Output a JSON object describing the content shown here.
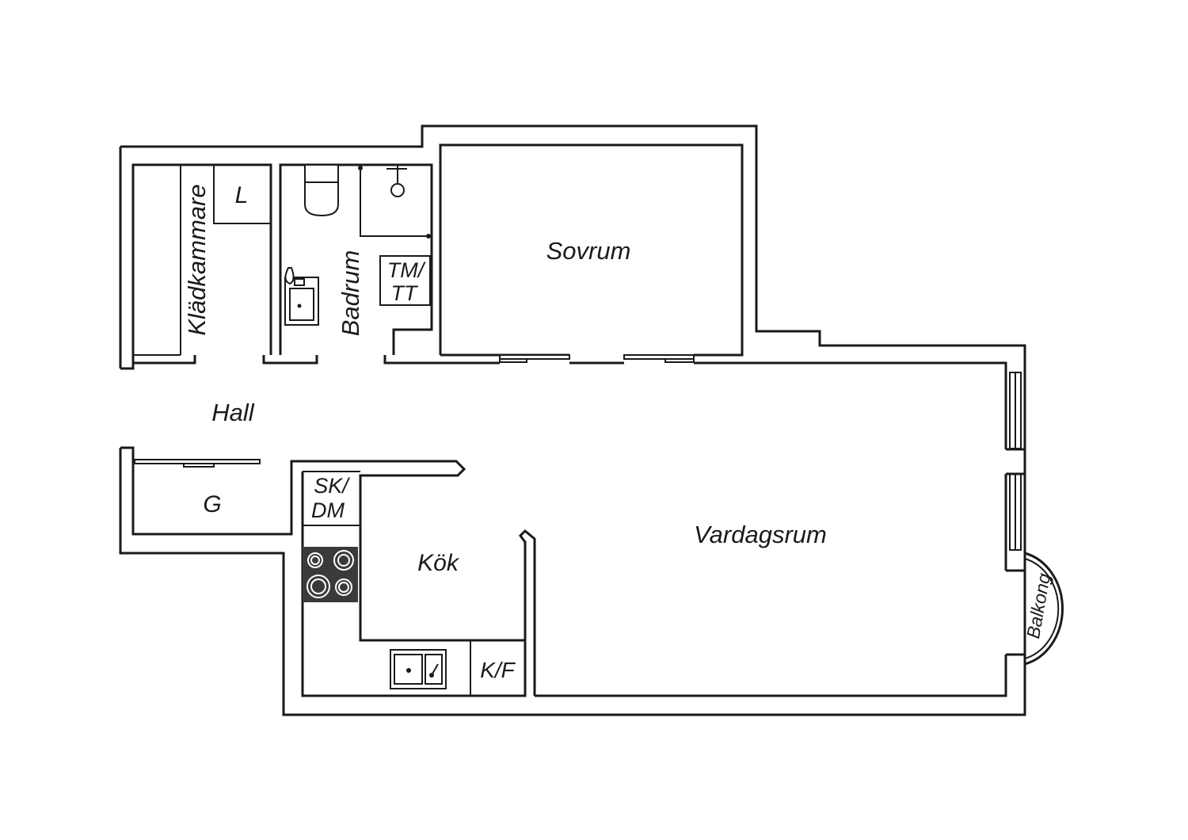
{
  "rooms": {
    "sovrum": "Sovrum",
    "vardagsrum": "Vardagsrum",
    "kok": "Kök",
    "hall": "Hall",
    "badrum": "Badrum",
    "kladkammare": "Klädkammare",
    "linneskap": "L",
    "garderob": "G",
    "balkong": "Balkong"
  },
  "fixtures": {
    "tm_line1": "TM/",
    "tm_line2": "TT",
    "sk_line1": "SK/",
    "sk_line2": "DM",
    "kf": "K/F"
  },
  "colors": {
    "line": "#1a1a1a",
    "stove": "#3a3a3a",
    "background": "#ffffff"
  }
}
